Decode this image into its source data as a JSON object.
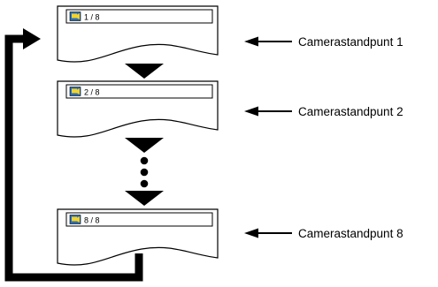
{
  "screens": [
    {
      "osd_text": "1 / 8",
      "label": "Camerastandpunt 1"
    },
    {
      "osd_text": "2 / 8",
      "label": "Camerastandpunt 2"
    },
    {
      "osd_text": "8 / 8",
      "label": "Camerastandpunt 8"
    }
  ],
  "icons": {
    "camera_angle_icon": "camera-angle-icon",
    "pointer_arrow": "left-arrow-icon",
    "down_arrow": "down-triangle-arrow-icon",
    "loop_arrow": "loop-back-arrow-icon"
  }
}
